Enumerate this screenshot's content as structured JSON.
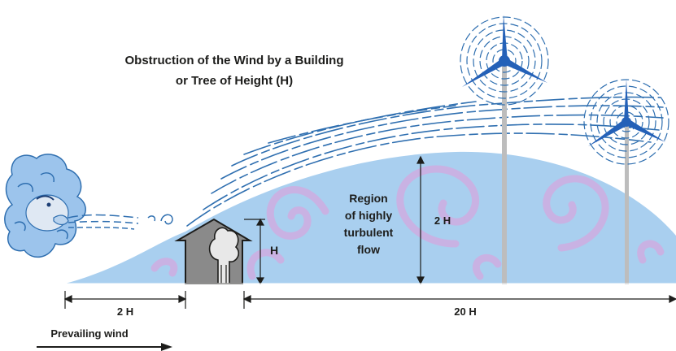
{
  "title": {
    "line1": "Obstruction of the Wind by a Building",
    "line2": "or Tree of Height (H)"
  },
  "region_label": {
    "line1": "Region",
    "line2": "of highly",
    "line3": "turbulent",
    "line4": "flow"
  },
  "dimensions": {
    "building_height": "H",
    "region_height": "2 H",
    "upwind_distance": "2 H",
    "downwind_distance": "20 H"
  },
  "wind_label": "Prevailing wind",
  "icons": [
    "wind-face-icon",
    "house-icon",
    "tree-icon",
    "wind-turbine-icon",
    "arrow-icon"
  ],
  "colors": {
    "turbulence_fill": "#a9cfef",
    "swirl": "#c9b2e3",
    "streamline": "#2f6fb0",
    "turbine_blade": "#2461b8",
    "tower": "#bdbdbd",
    "house": "#8a8a8a",
    "text": "#1d1d1b"
  }
}
